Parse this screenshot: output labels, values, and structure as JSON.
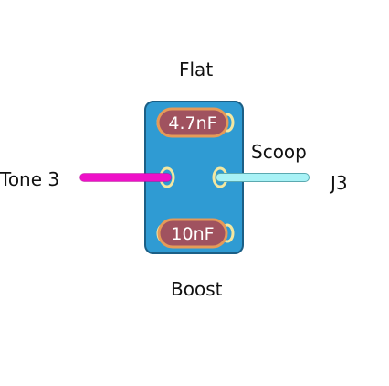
{
  "labels": {
    "top": "Flat",
    "bottom": "Boost",
    "left": "Tone 3",
    "right_mid": "Scoop",
    "right": "J3"
  },
  "capacitors": {
    "top": "4.7nF",
    "bottom": "10nF"
  },
  "colors": {
    "switch_body": "#2f9bd3",
    "switch_border": "#1b5f86",
    "capacitor_body": "#a0525f",
    "capacitor_lead": "#e59a58",
    "pad": "#f3e7a0",
    "wire_left": "#ee10c8",
    "wire_right": "#a8f2f6"
  }
}
